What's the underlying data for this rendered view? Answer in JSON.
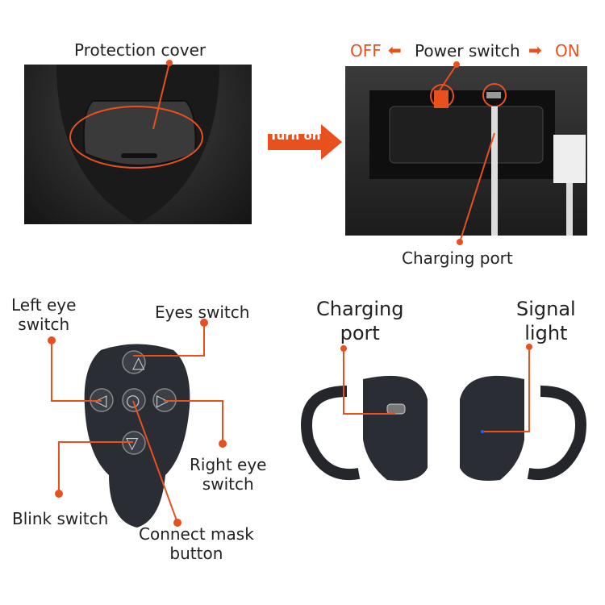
{
  "top_left": {
    "label": "Protection cover"
  },
  "transition": {
    "label": "Turn on"
  },
  "top_right": {
    "off_label": "OFF",
    "power_label": "Power switch",
    "on_label": "ON",
    "charging_label": "Charging port"
  },
  "remote": {
    "left_eye": [
      "Left eye",
      "switch"
    ],
    "eyes_switch": "Eyes switch",
    "right_eye": [
      "Right eye",
      "switch"
    ],
    "blink": "Blink switch",
    "connect": [
      "Connect mask",
      "button"
    ]
  },
  "rings": {
    "charging": [
      "Charging",
      "port"
    ],
    "signal": [
      "Signal",
      "light"
    ]
  },
  "colors": {
    "accent": "#e8501e",
    "device": "#2a2d33"
  }
}
